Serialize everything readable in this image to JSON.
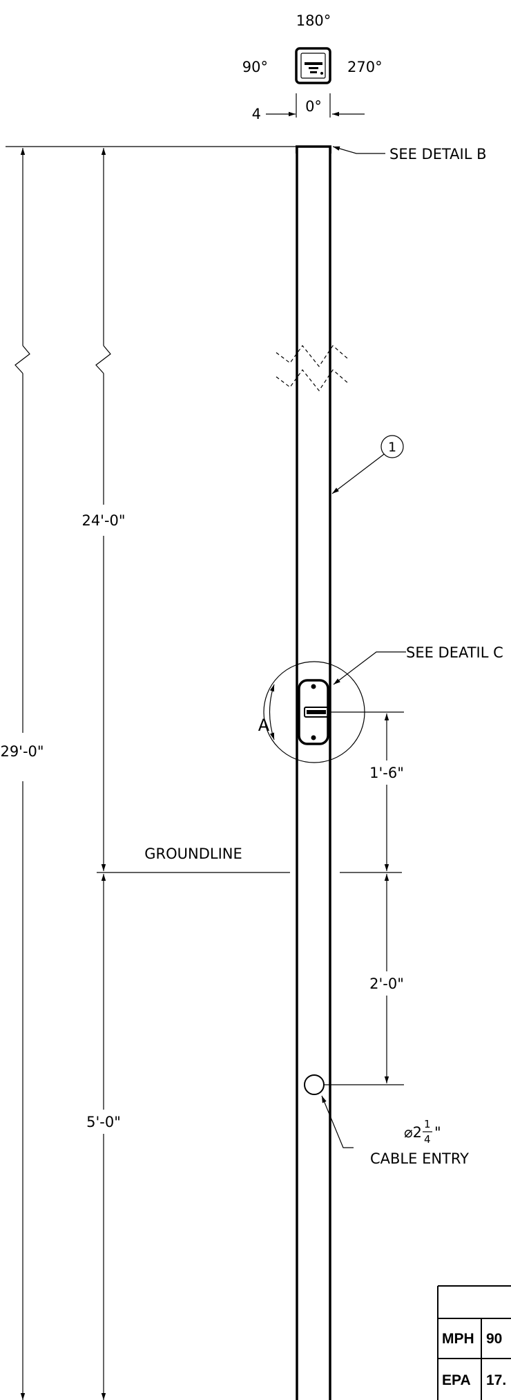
{
  "orientation": {
    "top": "180°",
    "left": "90°",
    "right": "270°",
    "bottom": "0°"
  },
  "offset_dim": "4",
  "callouts": {
    "detail_b": "SEE DETAIL B",
    "detail_c": "SEE DEATIL C",
    "item_balloon": "1",
    "section_mark": "A"
  },
  "dimensions": {
    "overall": "29'-0\"",
    "above_ground": "24'-0\"",
    "handhole_height": "1'-6\"",
    "cable_entry_depth": "2'-0\"",
    "embedment": "5'-0\""
  },
  "groundline": "GROUNDLINE",
  "cable_entry": {
    "diameter_prefix": "⌀2",
    "fraction_num": "1",
    "fraction_den": "4",
    "inch_mark": "\"",
    "label": "CABLE ENTRY"
  },
  "table": {
    "rows": [
      {
        "key": "MPH",
        "value": "90"
      },
      {
        "key": "EPA",
        "value": "17."
      }
    ]
  }
}
